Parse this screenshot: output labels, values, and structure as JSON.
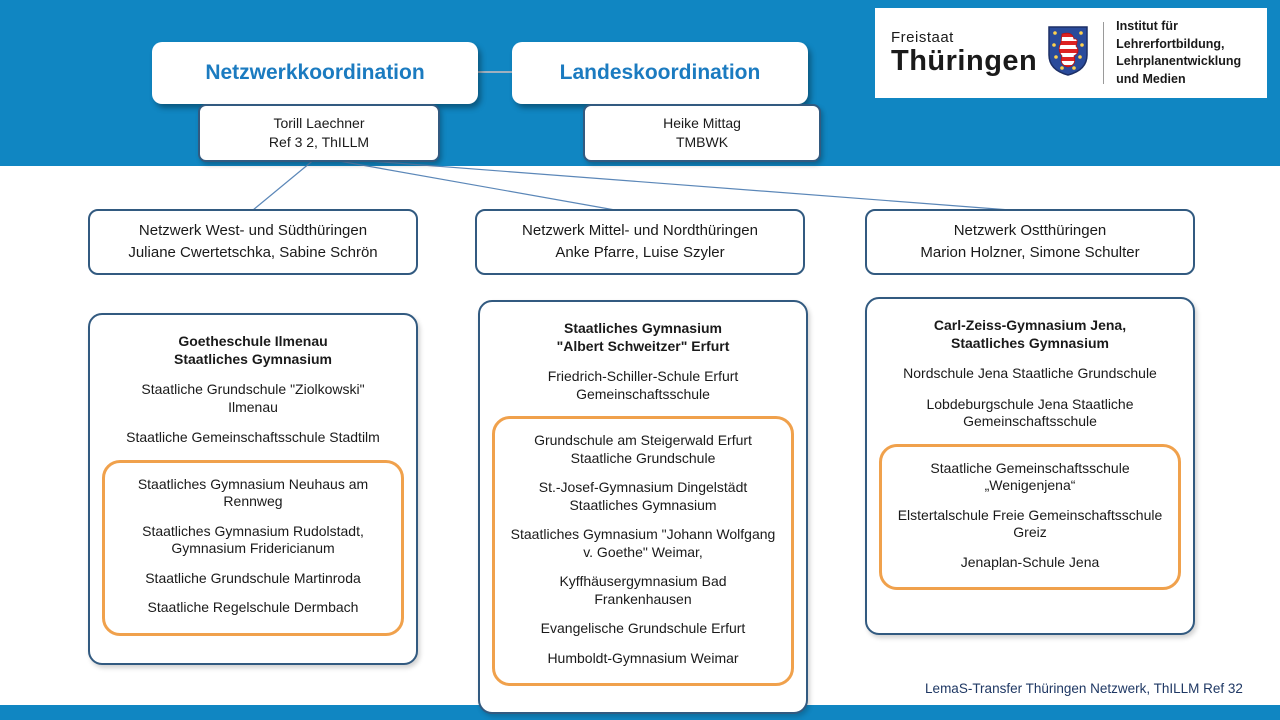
{
  "colors": {
    "header_bg": "#1086c2",
    "box_border": "#325a80",
    "title_text": "#1b7bc0",
    "highlight_border": "#f0a14c",
    "footer_text": "#1f3864"
  },
  "logo": {
    "freistaat": "Freistaat",
    "thueringen": "Thüringen",
    "coat_of_arms_icon": "thueringen-coat-of-arms",
    "institute": "Institut für Lehrerfortbildung,\nLehrplanentwicklung\nund Medien"
  },
  "coordination": {
    "network": {
      "title": "Netzwerkkoordination",
      "person": "Torill Laechner\nRef 3 2, ThILLM"
    },
    "state": {
      "title": "Landeskoordination",
      "person": "Heike Mittag\nTMBWK"
    }
  },
  "networks": [
    {
      "name": "Netzwerk West- und Südthüringen",
      "coordinators": "Juliane Cwertetschka, Sabine Schrön",
      "lead_school": "Goetheschule Ilmenau\nStaatliches Gymnasium",
      "schools": [
        "Staatliche Grundschule \"Ziolkowski\"\nIlmenau",
        "Staatliche Gemeinschaftsschule Stadtilm"
      ],
      "highlighted": [
        "Staatliches Gymnasium Neuhaus am\nRennweg",
        "Staatliches Gymnasium Rudolstadt,\nGymnasium Fridericianum",
        "Staatliche Grundschule Martinroda",
        "Staatliche Regelschule Dermbach"
      ]
    },
    {
      "name": "Netzwerk Mittel- und Nordthüringen",
      "coordinators": "Anke Pfarre, Luise Szyler",
      "lead_school": "Staatliches Gymnasium\n\"Albert Schweitzer\" Erfurt",
      "schools": [
        "Friedrich-Schiller-Schule Erfurt\nGemeinschaftsschule"
      ],
      "highlighted": [
        "Grundschule am Steigerwald Erfurt\nStaatliche Grundschule",
        "St.-Josef-Gymnasium Dingelstädt\nStaatliches Gymnasium",
        "Staatliches Gymnasium \"Johann Wolfgang\nv. Goethe\" Weimar,",
        "Kyffhäusergymnasium Bad\nFrankenhausen",
        "Evangelische Grundschule Erfurt",
        "Humboldt-Gymnasium Weimar"
      ]
    },
    {
      "name": "Netzwerk Ostthüringen",
      "coordinators": "Marion Holzner, Simone Schulter",
      "lead_school": "Carl-Zeiss-Gymnasium Jena,\nStaatliches Gymnasium",
      "schools": [
        "Nordschule Jena Staatliche Grundschule",
        "Lobdeburgschule Jena Staatliche\nGemeinschaftsschule"
      ],
      "highlighted": [
        "Staatliche Gemeinschaftsschule\n„Wenigenjena“",
        "Elstertalschule Freie Gemeinschaftsschule\nGreiz",
        "Jenaplan-Schule Jena"
      ]
    }
  ],
  "footer": {
    "label": "LemaS-Transfer Thüringen Netzwerk, ThILLM Ref 32"
  }
}
